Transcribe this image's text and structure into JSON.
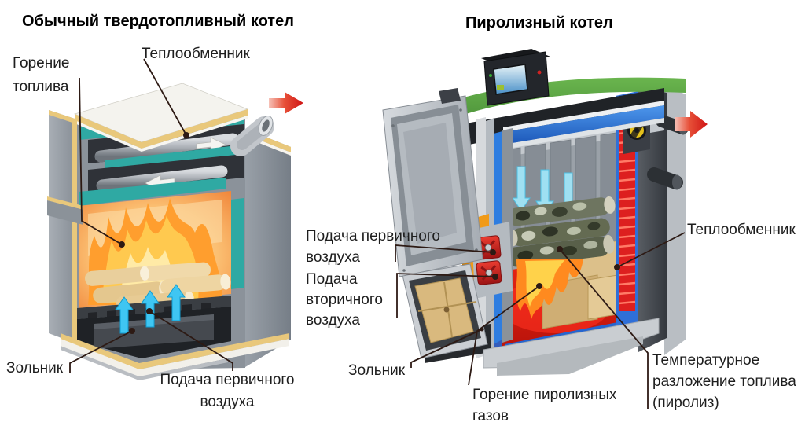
{
  "titles": {
    "left": "Обычный твердотопливный котел",
    "right": "Пиролизный котел"
  },
  "labels": {
    "gorenie_topliva": {
      "line1": "Горение",
      "line2": "топлива"
    },
    "teploobmennik_left": {
      "line1": "Теплообменник"
    },
    "zolnik_left": {
      "line1": "Зольник"
    },
    "podacha_pervichnogo_left": {
      "line1": "Подача первичного",
      "line2": "воздуха"
    },
    "podacha_pervichnogo_right": {
      "line1": "Подача первичного",
      "line2": "воздуха"
    },
    "podacha_vtorichnogo_right": {
      "line1": "Подача",
      "line2": "вторичного",
      "line3": "воздуха"
    },
    "zolnik_right": {
      "line1": "Зольник"
    },
    "gorenie_piroliznyh_gazov": {
      "line1": "Горение пиролизных",
      "line2": "газов"
    },
    "temperaturnoe_razlozhenie": {
      "line1": "Температурное",
      "line2": "разложение топлива",
      "line3": "(пиролиз)"
    },
    "teploobmennik_right": {
      "line1": "Теплообменник"
    }
  },
  "colors": {
    "background": "#ffffff",
    "title_text": "#000000",
    "label_text": "#1e1e1e",
    "leader_line": "#2d1a14",
    "teal_water_jacket": "#2fa9a3",
    "firebox_orange": "#f6953f",
    "flame_yellow": "#ffd24a",
    "exhaust_red": "#d42020",
    "cyan_arrow": "#3fc6f2",
    "boiler_gray": "#99a0a8",
    "insulation_tan": "#e9c87b",
    "green_top": "#55a33e",
    "water_blue": "#2e7de0",
    "panel_orange": "#f09a18",
    "hot_chamber_red": "#e02020",
    "firebrick_tan": "#d9b97e"
  },
  "icons": {
    "red-arrow-right": "➔",
    "white-flow-arrow": "➔",
    "cyan-arrow-up": "⬆",
    "cyan-arrow-down": "⬇"
  }
}
